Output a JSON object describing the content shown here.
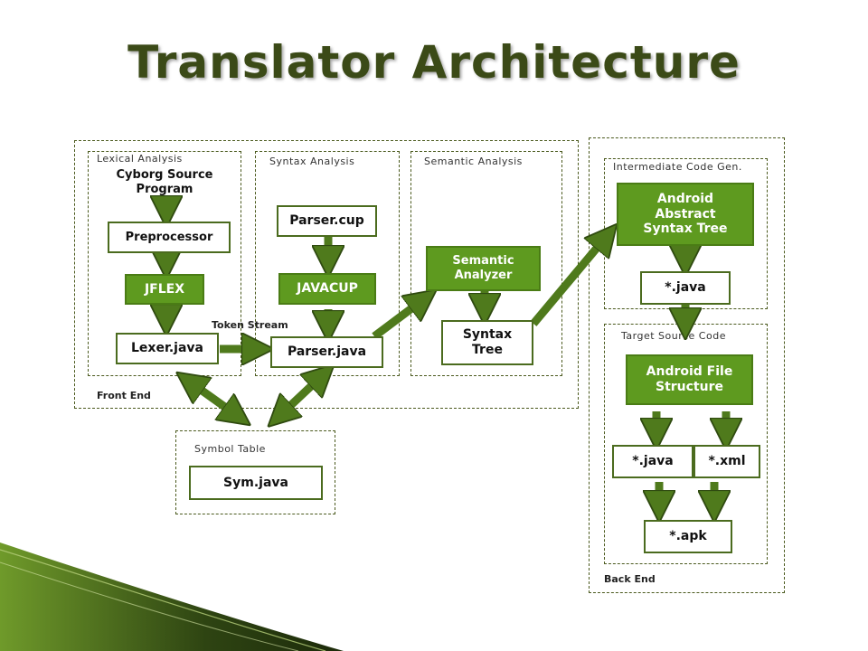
{
  "title": "Translator Architecture",
  "regions": {
    "lexical": "Lexical Analysis",
    "syntax": "Syntax Analysis",
    "semantic": "Semantic Analysis",
    "intermediate": "Intermediate Code Gen.",
    "target": "Target Source Code",
    "symbol": "Symbol Table",
    "front_end": "Front End",
    "back_end": "Back End"
  },
  "nodes": {
    "cyborg_source_line1": "Cyborg Source",
    "cyborg_source_line2": "Program",
    "preprocessor": "Preprocessor",
    "jflex": "JFLEX",
    "lexer": "Lexer.java",
    "token_stream": "Token Stream",
    "parser_cup": "Parser.cup",
    "javacup": "JAVACUP",
    "parser_java": "Parser.java",
    "semantic_analyzer_line1": "Semantic",
    "semantic_analyzer_line2": "Analyzer",
    "syntax_tree_line1": "Syntax",
    "syntax_tree_line2": "Tree",
    "android_ast_line1": "Android",
    "android_ast_line2": "Abstract",
    "android_ast_line3": "Syntax Tree",
    "ir_java": "*.java",
    "android_file_line1": "Android File",
    "android_file_line2": "Structure",
    "out_java": "*.java",
    "out_xml": "*.xml",
    "apk": "*.apk",
    "sym_java": "Sym.java"
  },
  "colors": {
    "accent_green": "#5e9a1f",
    "arrow_green": "#4f7a1c",
    "dark_olive": "#3b4a17"
  }
}
